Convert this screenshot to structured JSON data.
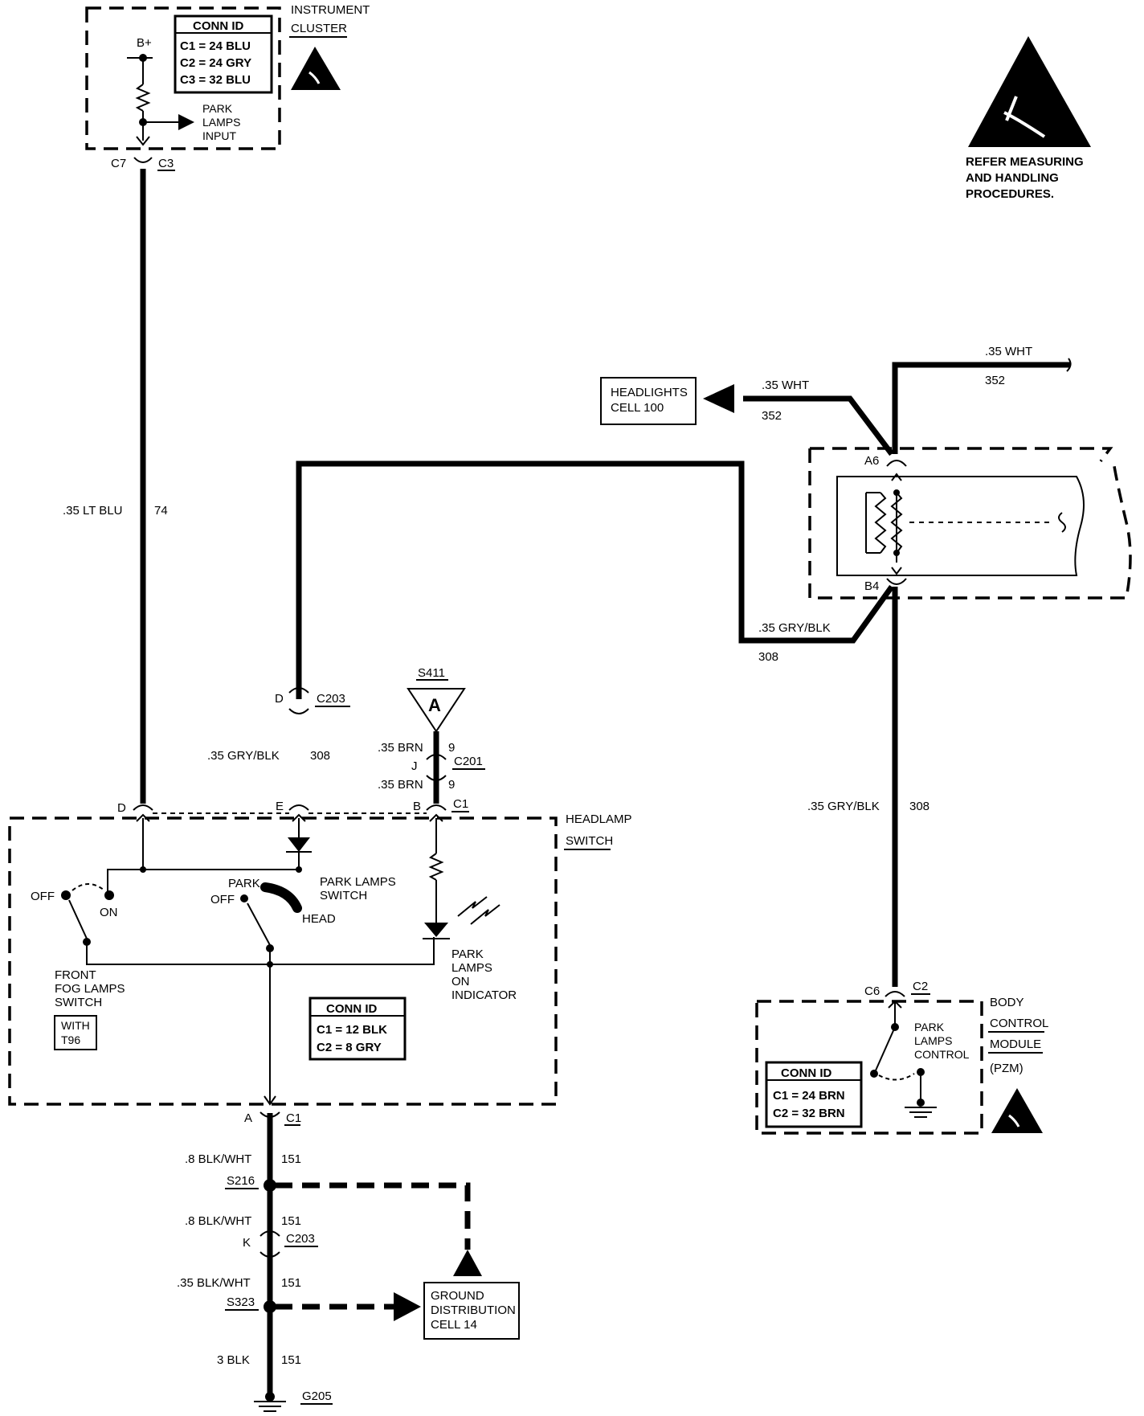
{
  "instrument_cluster": {
    "title_line1": "INSTRUMENT",
    "title_line2": "CLUSTER",
    "conn_id_title": "CONN ID",
    "conn_ids": [
      "C1 = 24 BLU",
      "C2 = 24 GRY",
      "C3 = 32 BLU"
    ],
    "bplus": "B+",
    "input_label": [
      "PARK",
      "LAMPS",
      "INPUT"
    ],
    "pin": "C7",
    "connector": "C3"
  },
  "esd_notice": {
    "lines": [
      "REFER MEASURING",
      "AND HANDLING",
      "PROCEDURES."
    ]
  },
  "wires": {
    "lt_blu": {
      "gauge": ".35 LT BLU",
      "circuit": "74"
    },
    "grybk_left": {
      "gauge": ".35 GRY/BLK",
      "circuit": "308"
    },
    "grybk_top": {
      "gauge": ".35 GRY/BLK",
      "circuit": "308"
    },
    "grybk_right": {
      "gauge": ".35 GRY/BLK",
      "circuit": "308"
    },
    "wht_left": {
      "gauge": ".35 WHT",
      "circuit": "352"
    },
    "wht_right": {
      "gauge": ".35 WHT",
      "circuit": "352"
    },
    "brn_upper": {
      "gauge": ".35 BRN",
      "circuit": "9"
    },
    "brn_lower": {
      "gauge": ".35 BRN",
      "circuit": "9"
    },
    "blkwht_1": {
      "gauge": ".8 BLK/WHT",
      "circuit": "151"
    },
    "blkwht_2": {
      "gauge": ".8 BLK/WHT",
      "circuit": "151"
    },
    "blkwht_3": {
      "gauge": ".35 BLK/WHT",
      "circuit": "151"
    },
    "blk": {
      "gauge": "3 BLK",
      "circuit": "151"
    }
  },
  "headlights_ref": {
    "lines": [
      "HEADLIGHTS",
      "CELL 100"
    ]
  },
  "ground_ref": {
    "lines": [
      "GROUND",
      "DISTRIBUTION",
      "CELL 14"
    ]
  },
  "splice_s411": {
    "name": "S411",
    "letter": "A"
  },
  "connectors": {
    "c203_top": {
      "pin": "D",
      "name": "C203"
    },
    "c201": {
      "pin": "J",
      "name": "C201"
    },
    "c203_bottom": {
      "pin": "K",
      "name": "C203"
    },
    "relay_a6": "A6",
    "relay_b4": "B4"
  },
  "headlamp_switch": {
    "title_line1": "HEADLAMP",
    "title_line2": "SWITCH",
    "pins": {
      "d": "D",
      "e": "E",
      "b": "B",
      "b_conn": "C1",
      "a": "A",
      "a_conn": "C1"
    },
    "fog_off": "OFF",
    "fog_on": "ON",
    "fog_label": [
      "FRONT",
      "FOG LAMPS",
      "SWITCH"
    ],
    "with_option": [
      "WITH",
      "T96"
    ],
    "park_label": "PARK",
    "off_label": "OFF",
    "head_label": "HEAD",
    "park_switch_label": [
      "PARK LAMPS",
      "SWITCH"
    ],
    "indicator_label": [
      "PARK",
      "LAMPS",
      "ON",
      "INDICATOR"
    ],
    "conn_id_title": "CONN ID",
    "conn_ids": [
      "C1 = 12 BLK",
      "C2 = 8 GRY"
    ]
  },
  "splices": {
    "s216": "S216",
    "s323": "S323",
    "g205": "G205"
  },
  "bcm": {
    "title": [
      "BODY",
      "CONTROL",
      "MODULE",
      "(PZM)"
    ],
    "pin": "C6",
    "connector": "C2",
    "control_label": [
      "PARK",
      "LAMPS",
      "CONTROL"
    ],
    "conn_id_title": "CONN ID",
    "conn_ids": [
      "C1 = 24 BRN",
      "C2 = 32 BRN"
    ]
  }
}
